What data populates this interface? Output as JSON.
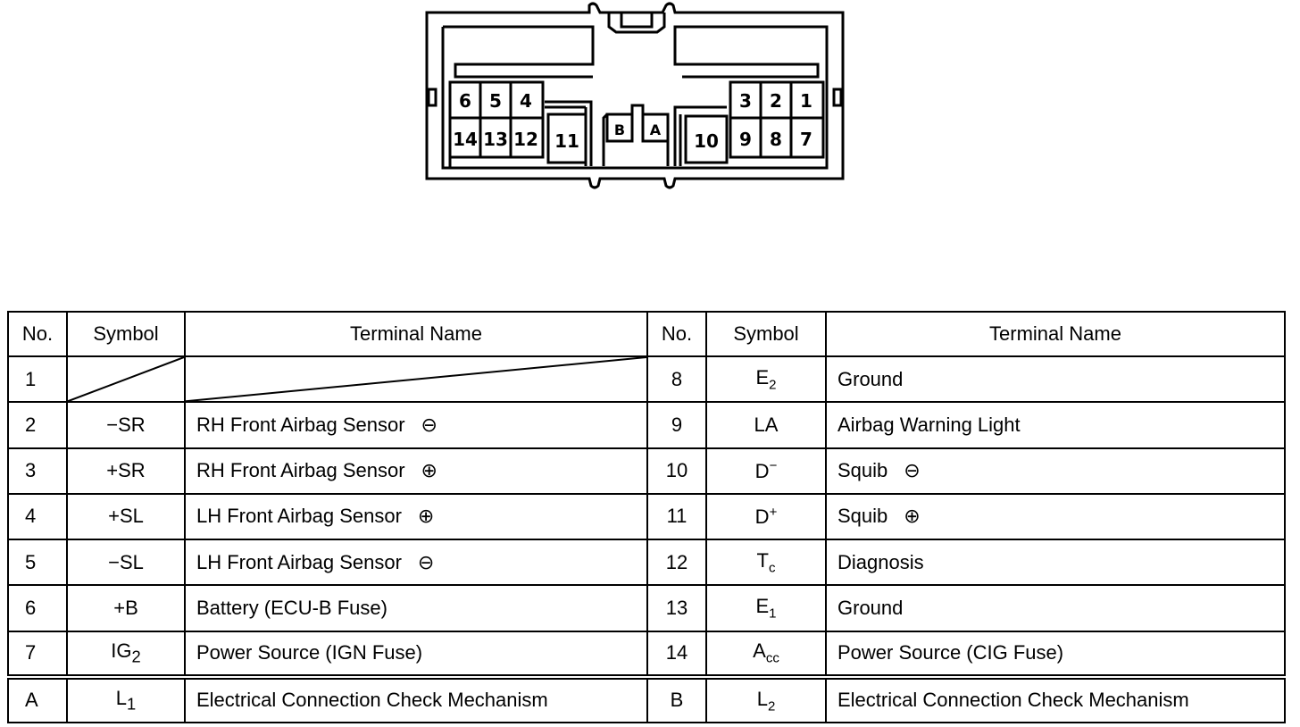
{
  "connector": {
    "left_pins": [
      {
        "label": "6"
      },
      {
        "label": "5"
      },
      {
        "label": "4"
      },
      {
        "label": "14"
      },
      {
        "label": "13"
      },
      {
        "label": "12"
      }
    ],
    "pin_11": "11",
    "pin_b": "B",
    "pin_a": "A",
    "pin_10": "10",
    "right_pins": [
      {
        "label": "3"
      },
      {
        "label": "2"
      },
      {
        "label": "1"
      },
      {
        "label": "9"
      },
      {
        "label": "8"
      },
      {
        "label": "7"
      }
    ]
  },
  "table": {
    "headers": [
      "No.",
      "Symbol",
      "Terminal Name",
      "No.",
      "Symbol",
      "Terminal Name"
    ],
    "rows": [
      {
        "no1": "1",
        "sym1": "",
        "name1": "",
        "sign1": "",
        "no2": "8",
        "sym2": "E",
        "sub2": "2",
        "sup2": "",
        "name2": "Ground",
        "sign2": ""
      },
      {
        "no1": "2",
        "sym1": "−SR",
        "name1": "RH Front Airbag Sensor",
        "sign1": "⊖",
        "no2": "9",
        "sym2": "LA",
        "sub2": "",
        "sup2": "",
        "name2": "Airbag Warning Light",
        "sign2": ""
      },
      {
        "no1": "3",
        "sym1": "+SR",
        "name1": "RH Front Airbag Sensor",
        "sign1": "⊕",
        "no2": "10",
        "sym2": "D",
        "sub2": "",
        "sup2": "−",
        "name2": "Squib",
        "sign2": "⊖"
      },
      {
        "no1": "4",
        "sym1": "+SL",
        "name1": "LH Front Airbag Sensor",
        "sign1": "⊕",
        "no2": "11",
        "sym2": "D",
        "sub2": "",
        "sup2": "+",
        "name2": "Squib",
        "sign2": "⊕"
      },
      {
        "no1": "5",
        "sym1": "−SL",
        "name1": "LH Front Airbag Sensor",
        "sign1": "⊖",
        "no2": "12",
        "sym2": "T",
        "sub2": "c",
        "sup2": "",
        "name2": "Diagnosis",
        "sign2": ""
      },
      {
        "no1": "6",
        "sym1": "+B",
        "name1": "Battery (ECU-B Fuse)",
        "sign1": "",
        "no2": "13",
        "sym2": "E",
        "sub2": "1",
        "sup2": "",
        "name2": "Ground",
        "sign2": ""
      },
      {
        "no1": "7",
        "sym1": "IG",
        "sub1": "2",
        "name1": "Power Source (IGN Fuse)",
        "sign1": "",
        "no2": "14",
        "sym2": "A",
        "sub2": "cc",
        "sup2": "",
        "name2": "Power Source (CIG Fuse)",
        "sign2": ""
      },
      {
        "no1": "A",
        "sym1": "L",
        "sub1": "1",
        "name1": "Electrical Connection Check Mechanism",
        "sign1": "",
        "no2": "B",
        "sym2": "L",
        "sub2": "2",
        "sup2": "",
        "name2": "Electrical Connection Check Mechanism",
        "sign2": ""
      }
    ]
  }
}
